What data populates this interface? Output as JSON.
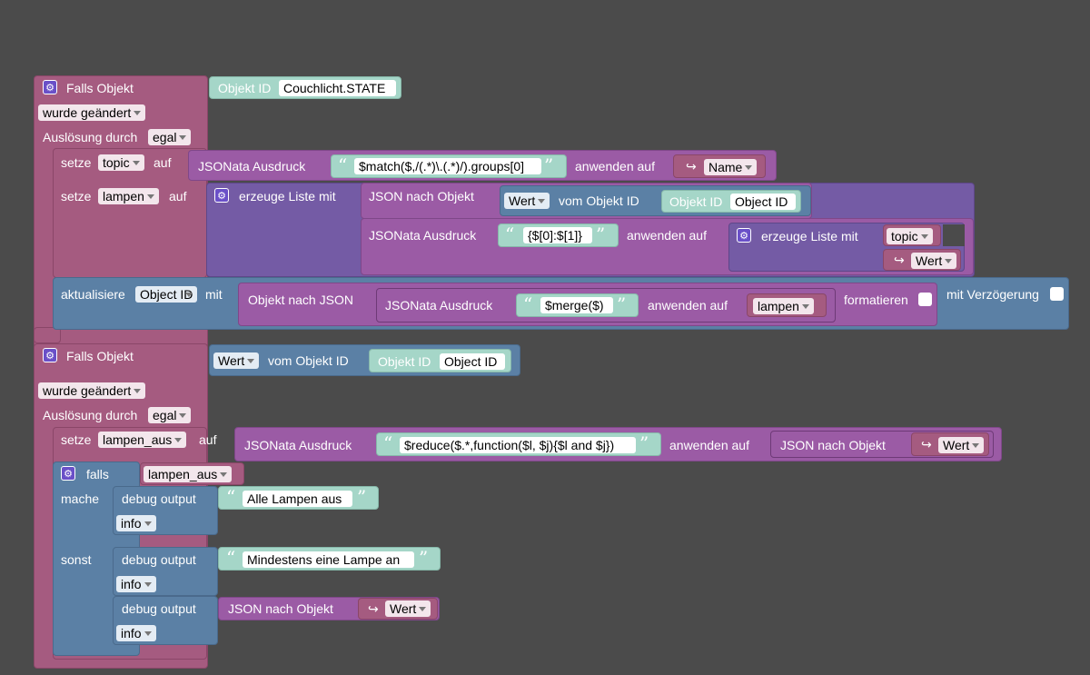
{
  "colors": {
    "background": "#4b4b4b",
    "trigger": "#a55b80",
    "logic": "#5b80a5",
    "json": "#9b5ba5",
    "list": "#745ba5",
    "string": "#a5d6c8"
  },
  "block1": {
    "falls_objekt": "Falls Objekt",
    "objekt_id_label": "Objekt ID",
    "objekt_id_value": "Couchlicht.STATE",
    "wurde_geaendert": "wurde geändert",
    "ausloesung": "Auslösung durch",
    "egal": "egal",
    "set1": {
      "setze": "setze",
      "var": "topic",
      "auf": "auf",
      "jsonata": "JSONata Ausdruck",
      "expr": "$match($,/(.*)\\.(.*)/).groups[0]",
      "anwenden": "anwenden auf",
      "arg": "Name"
    },
    "set2": {
      "setze": "setze",
      "var": "lampen",
      "auf": "auf",
      "erzeuge": "erzeuge Liste mit",
      "json_nach_objekt": "JSON nach Objekt",
      "wert": "Wert",
      "vom_objekt_id": "vom Objekt ID",
      "objekt_id_label": "Objekt ID",
      "objekt_id_value": "Object ID",
      "jsonata": "JSONata Ausdruck",
      "expr": "{$[0]:$[1]}",
      "anwenden": "anwenden auf",
      "erzeuge2": "erzeuge Liste mit",
      "item1": "topic",
      "item2": "Wert"
    },
    "update": {
      "aktualisiere": "aktualisiere",
      "obj": "Object ID",
      "mit": "mit",
      "objekt_nach_json": "Objekt nach JSON",
      "jsonata": "JSONata Ausdruck",
      "expr": "$merge($)",
      "anwenden": "anwenden auf",
      "arg": "lampen",
      "formatieren": "formatieren",
      "verzoegerung": "mit Verzögerung"
    }
  },
  "block2": {
    "falls_objekt": "Falls Objekt",
    "wert": "Wert",
    "vom_objekt_id": "vom Objekt ID",
    "objekt_id_label": "Objekt ID",
    "objekt_id_value": "Object ID",
    "wurde_geaendert": "wurde geändert",
    "ausloesung": "Auslösung durch",
    "egal": "egal",
    "set": {
      "setze": "setze",
      "var": "lampen_aus",
      "auf": "auf",
      "jsonata": "JSONata Ausdruck",
      "expr": "$reduce($.*,function($l, $j){$l and $j})",
      "anwenden": "anwenden auf",
      "json_nach_objekt": "JSON nach Objekt",
      "arg": "Wert"
    },
    "if": {
      "falls": "falls",
      "cond": "lampen_aus",
      "mache": "mache",
      "sonst": "sonst"
    },
    "debug1": {
      "label": "debug output",
      "text": "Alle Lampen aus",
      "level": "info"
    },
    "debug2": {
      "label": "debug output",
      "text": "Mindestens eine Lampe an",
      "level": "info"
    },
    "debug3": {
      "label": "debug output",
      "json_nach_objekt": "JSON nach Objekt",
      "arg": "Wert",
      "level": "info"
    }
  }
}
